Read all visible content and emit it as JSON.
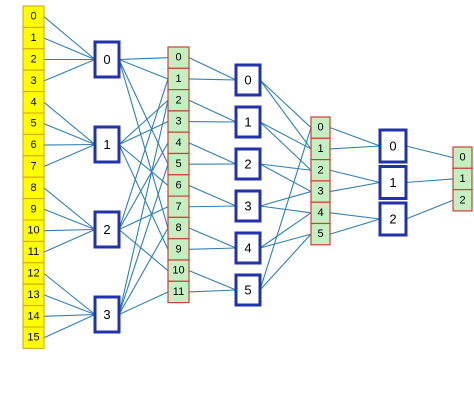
{
  "columns": [
    {
      "id": "inputs",
      "style": "yellow",
      "labels": [
        "0",
        "1",
        "2",
        "3",
        "4",
        "5",
        "6",
        "7",
        "8",
        "9",
        "10",
        "11",
        "12",
        "13",
        "14",
        "15"
      ]
    },
    {
      "id": "layer1",
      "style": "blue",
      "labels": [
        "0",
        "1",
        "2",
        "3"
      ]
    },
    {
      "id": "layer2",
      "style": "green",
      "labels": [
        "0",
        "1",
        "2",
        "3",
        "4",
        "5",
        "6",
        "7",
        "8",
        "9",
        "10",
        "11"
      ]
    },
    {
      "id": "layer3",
      "style": "blue",
      "labels": [
        "0",
        "1",
        "2",
        "3",
        "4",
        "5"
      ]
    },
    {
      "id": "layer4",
      "style": "green",
      "labels": [
        "0",
        "1",
        "2",
        "3",
        "4",
        "5"
      ]
    },
    {
      "id": "layer5",
      "style": "blue",
      "labels": [
        "0",
        "1",
        "2"
      ]
    },
    {
      "id": "outputs",
      "style": "green",
      "labels": [
        "0",
        "1",
        "2"
      ]
    }
  ],
  "edges": [
    [
      0,
      0,
      1,
      0
    ],
    [
      0,
      1,
      1,
      0
    ],
    [
      0,
      2,
      1,
      0
    ],
    [
      0,
      3,
      1,
      0
    ],
    [
      0,
      4,
      1,
      1
    ],
    [
      0,
      5,
      1,
      1
    ],
    [
      0,
      6,
      1,
      1
    ],
    [
      0,
      7,
      1,
      1
    ],
    [
      0,
      8,
      1,
      2
    ],
    [
      0,
      9,
      1,
      2
    ],
    [
      0,
      10,
      1,
      2
    ],
    [
      0,
      11,
      1,
      2
    ],
    [
      0,
      12,
      1,
      3
    ],
    [
      0,
      13,
      1,
      3
    ],
    [
      0,
      14,
      1,
      3
    ],
    [
      0,
      15,
      1,
      3
    ],
    [
      1,
      0,
      2,
      0
    ],
    [
      1,
      0,
      2,
      1
    ],
    [
      1,
      0,
      2,
      5
    ],
    [
      1,
      0,
      2,
      8
    ],
    [
      1,
      1,
      2,
      2
    ],
    [
      1,
      1,
      2,
      3
    ],
    [
      1,
      1,
      2,
      6
    ],
    [
      1,
      1,
      2,
      9
    ],
    [
      1,
      2,
      2,
      1
    ],
    [
      1,
      2,
      2,
      4
    ],
    [
      1,
      2,
      2,
      7
    ],
    [
      1,
      2,
      2,
      10
    ],
    [
      1,
      3,
      2,
      2
    ],
    [
      1,
      3,
      2,
      5
    ],
    [
      1,
      3,
      2,
      8
    ],
    [
      1,
      3,
      2,
      11
    ],
    [
      2,
      0,
      3,
      0
    ],
    [
      2,
      1,
      3,
      0
    ],
    [
      2,
      2,
      3,
      1
    ],
    [
      2,
      3,
      3,
      1
    ],
    [
      2,
      4,
      3,
      2
    ],
    [
      2,
      5,
      3,
      2
    ],
    [
      2,
      6,
      3,
      3
    ],
    [
      2,
      7,
      3,
      3
    ],
    [
      2,
      8,
      3,
      4
    ],
    [
      2,
      9,
      3,
      4
    ],
    [
      2,
      10,
      3,
      5
    ],
    [
      2,
      11,
      3,
      5
    ],
    [
      3,
      0,
      4,
      0
    ],
    [
      3,
      0,
      4,
      1
    ],
    [
      3,
      1,
      4,
      1
    ],
    [
      3,
      1,
      4,
      2
    ],
    [
      3,
      2,
      4,
      2
    ],
    [
      3,
      2,
      4,
      3
    ],
    [
      3,
      3,
      4,
      3
    ],
    [
      3,
      3,
      4,
      4
    ],
    [
      3,
      4,
      4,
      4
    ],
    [
      3,
      4,
      4,
      5
    ],
    [
      3,
      5,
      4,
      5
    ],
    [
      3,
      5,
      4,
      0
    ],
    [
      4,
      0,
      5,
      0
    ],
    [
      4,
      1,
      5,
      0
    ],
    [
      4,
      2,
      5,
      1
    ],
    [
      4,
      3,
      5,
      1
    ],
    [
      4,
      4,
      5,
      2
    ],
    [
      4,
      5,
      5,
      2
    ],
    [
      5,
      0,
      6,
      0
    ],
    [
      5,
      1,
      6,
      1
    ],
    [
      5,
      2,
      6,
      2
    ]
  ],
  "colors": {
    "edge": "#2f7fb2",
    "yellow_fill": "#ffff00",
    "yellow_stroke": "#d6a400",
    "green_fill": "#c5efc0",
    "green_stroke": "#c8423a",
    "blue_fill": "#ffffff",
    "blue_stroke": "#2233aa"
  }
}
